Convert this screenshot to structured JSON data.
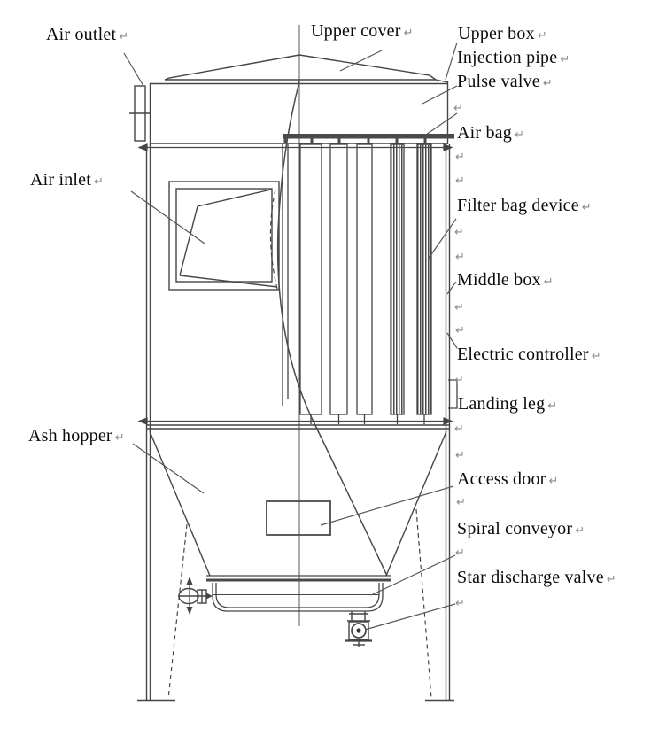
{
  "diagram": {
    "labels": {
      "air_outlet": "Air outlet",
      "upper_cover": "Upper cover",
      "upper_box": "Upper box",
      "injection_pipe": "Injection pipe",
      "pulse_valve": "Pulse valve",
      "air_bag": "Air bag",
      "air_inlet": "Air inlet",
      "filter_bag_device": "Filter bag device",
      "middle_box": "Middle box",
      "electric_controller": "Electric controller",
      "landing_leg": "Landing leg",
      "ash_hopper": "Ash hopper",
      "access_door": "Access door",
      "spiral_conveyor": "Spiral conveyor",
      "star_discharge_valve": "Star discharge valve"
    }
  },
  "glyphs": {
    "return_mark": "↵"
  },
  "colors": {
    "line": "#454545",
    "dark_fill": "#4a4a4a",
    "leader": "#565656",
    "text": "#0a0a0a",
    "mark": "#8a8a8a",
    "background": "#ffffff"
  }
}
